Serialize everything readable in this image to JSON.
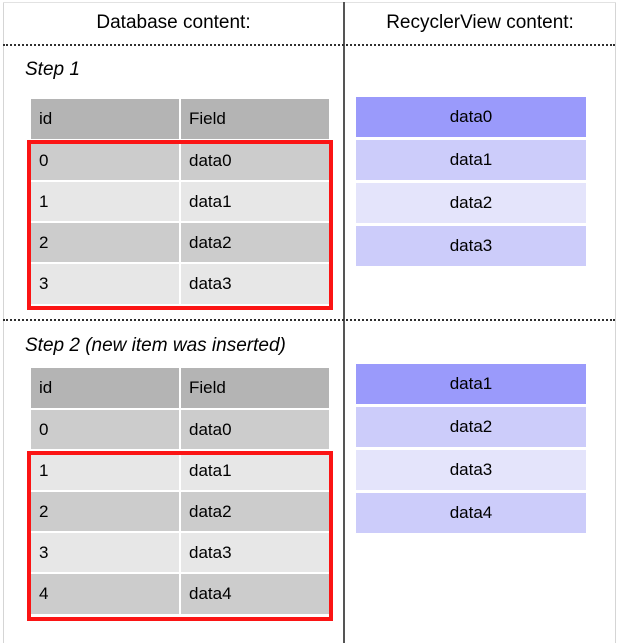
{
  "headers": {
    "left": "Database content:",
    "right": "RecyclerView content:"
  },
  "steps": [
    {
      "caption": "Step 1",
      "table": {
        "columns": [
          "id",
          "Field"
        ],
        "rows": [
          {
            "id": "0",
            "field": "data0",
            "highlighted": true
          },
          {
            "id": "1",
            "field": "data1",
            "highlighted": true
          },
          {
            "id": "2",
            "field": "data2",
            "highlighted": true
          },
          {
            "id": "3",
            "field": "data3",
            "highlighted": true
          }
        ]
      },
      "recyclerview": [
        {
          "label": "data0",
          "color": "#9a9afb"
        },
        {
          "label": "data1",
          "color": "#ccccfa"
        },
        {
          "label": "data2",
          "color": "#e4e4fb"
        },
        {
          "label": "data3",
          "color": "#ccccfa"
        }
      ]
    },
    {
      "caption": "Step 2 (new item was inserted)",
      "table": {
        "columns": [
          "id",
          "Field"
        ],
        "rows": [
          {
            "id": "0",
            "field": "data0",
            "highlighted": false
          },
          {
            "id": "1",
            "field": "data1",
            "highlighted": true
          },
          {
            "id": "2",
            "field": "data2",
            "highlighted": true
          },
          {
            "id": "3",
            "field": "data3",
            "highlighted": true
          },
          {
            "id": "4",
            "field": "data4",
            "highlighted": true
          }
        ]
      },
      "recyclerview": [
        {
          "label": "data1",
          "color": "#9a9afb"
        },
        {
          "label": "data2",
          "color": "#ccccfa"
        },
        {
          "label": "data3",
          "color": "#e4e4fb"
        },
        {
          "label": "data4",
          "color": "#ccccfa"
        }
      ]
    }
  ],
  "colors": {
    "highlight_border": "#fb1414",
    "table_header_bg": "#b4b4b4",
    "table_row_dark": "#cccccc",
    "table_row_light": "#e7e7e7",
    "divider": "#555555"
  }
}
